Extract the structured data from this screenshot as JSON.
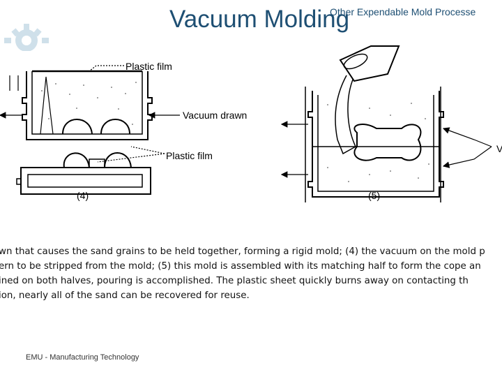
{
  "slide": {
    "title": "Vacuum Molding",
    "subtitle": "Other Expendable Mold Processe",
    "footer": "EMU - Manufacturing Technology"
  },
  "figure": {
    "labels": {
      "plastic_film_top": "Plastic film",
      "vacuum_drawn": "Vacuum drawn",
      "plastic_film_bottom": "Plastic film",
      "step4": "(4)",
      "step5": "(5)",
      "partial_v": "V"
    }
  },
  "caption": {
    "lines": [
      "wn that causes the sand grains to be held together, forming a rigid mold; (4) the vacuum on the mold p",
      "ern to be stripped from the mold; (5) this mold is assembled with its matching half to form the cope an",
      "ined on both halves, pouring is accomplished. The plastic sheet quickly burns away on contacting th",
      "ion, nearly all of the sand can be recovered for reuse."
    ]
  },
  "colors": {
    "title": "#1e4f73",
    "logo": "#cfe0ea"
  }
}
